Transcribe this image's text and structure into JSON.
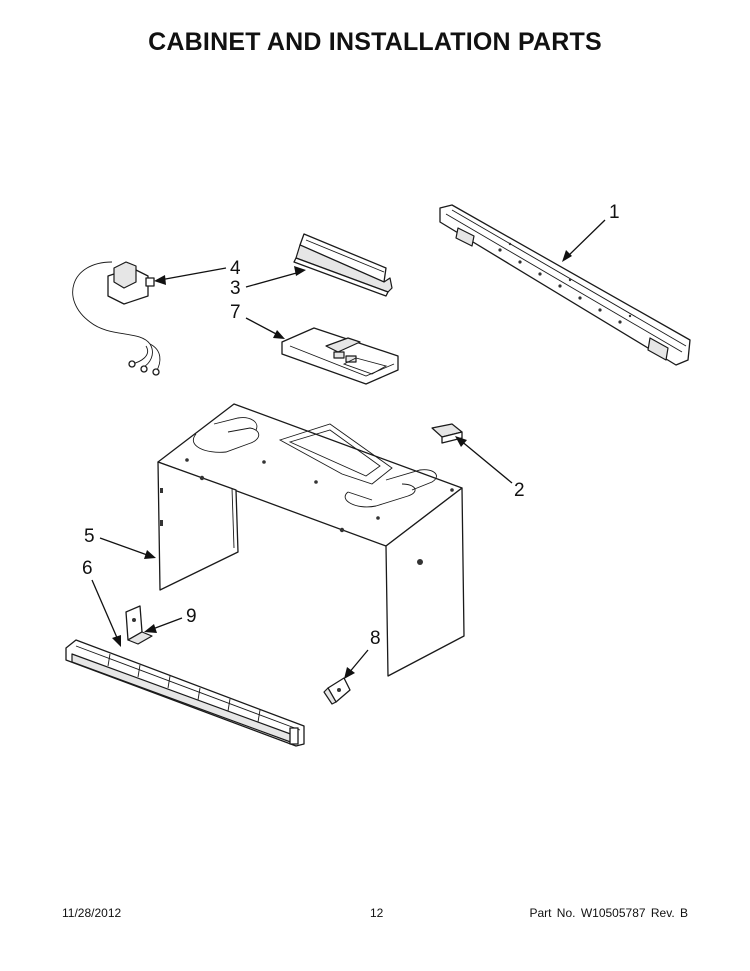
{
  "title": "CABINET AND INSTALLATION PARTS",
  "callouts": {
    "c1": "1",
    "c2": "2",
    "c3": "3",
    "c4": "4",
    "c5": "5",
    "c6": "6",
    "c7": "7",
    "c8": "8",
    "c9": "9"
  },
  "footer": {
    "date": "11/28/2012",
    "page": "12",
    "part_no": "Part No. W10505787 Rev. B"
  }
}
